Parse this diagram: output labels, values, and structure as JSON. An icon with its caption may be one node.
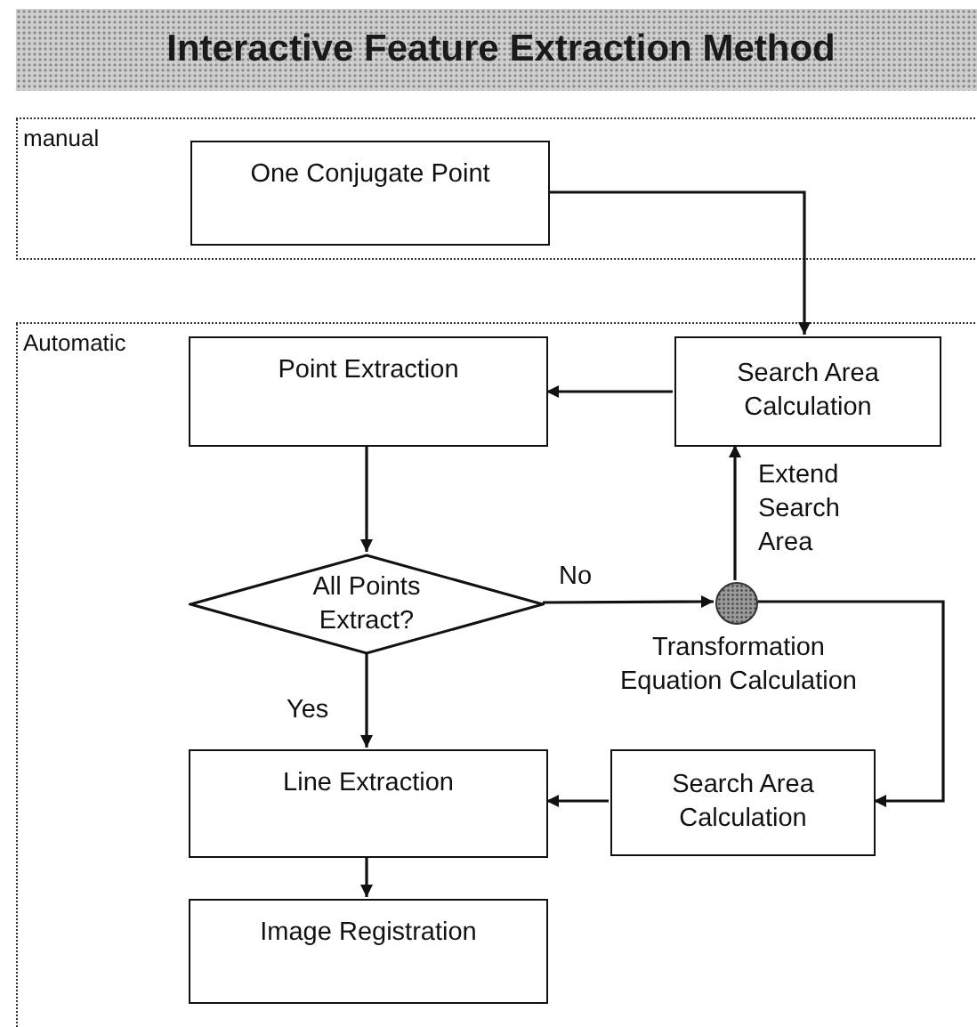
{
  "diagram": {
    "title": "Interactive Feature Extraction Method",
    "nodes": [
      {
        "text": [
          "manual"
        ]
      },
      {
        "text": [
          "One Conjugate Point"
        ],
        "in": 0
      },
      {
        "text": [
          "Automatic"
        ]
      },
      {
        "text": [
          "Point Extraction"
        ],
        "in": 2
      },
      {
        "text": [
          "Search Area Calculation"
        ],
        "in": 2
      },
      {
        "text": [
          "All Points Extract?"
        ],
        "in": 2
      },
      {
        "text": [],
        "shape": "circle",
        "in": 2,
        "beside": [
          "Transformation Equation Calculation"
        ]
      },
      {
        "text": [
          "Line Extraction"
        ],
        "in": 2
      },
      {
        "text": [
          "Search Area Calculation"
        ],
        "in": 2
      },
      {
        "text": [
          "Image Registration"
        ],
        "in": 2
      }
    ],
    "edges": [
      {
        "from": 1,
        "to": 4,
        "arrow": "to"
      },
      {
        "from": 4,
        "to": 3,
        "arrow": "to"
      },
      {
        "from": 3,
        "to": 5,
        "arrow": "to"
      },
      {
        "from": 5,
        "to": 6,
        "arrow": "to",
        "label": "No"
      },
      {
        "from": 6,
        "to": 4,
        "arrow": "to",
        "label": "Extend Search Area"
      },
      {
        "from": 6,
        "to": 8,
        "arrow": "to"
      },
      {
        "from": 5,
        "to": 7,
        "arrow": "to",
        "label": "Yes"
      },
      {
        "from": 8,
        "to": 7,
        "arrow": "to"
      },
      {
        "from": 7,
        "to": 9,
        "arrow": "to"
      }
    ]
  }
}
